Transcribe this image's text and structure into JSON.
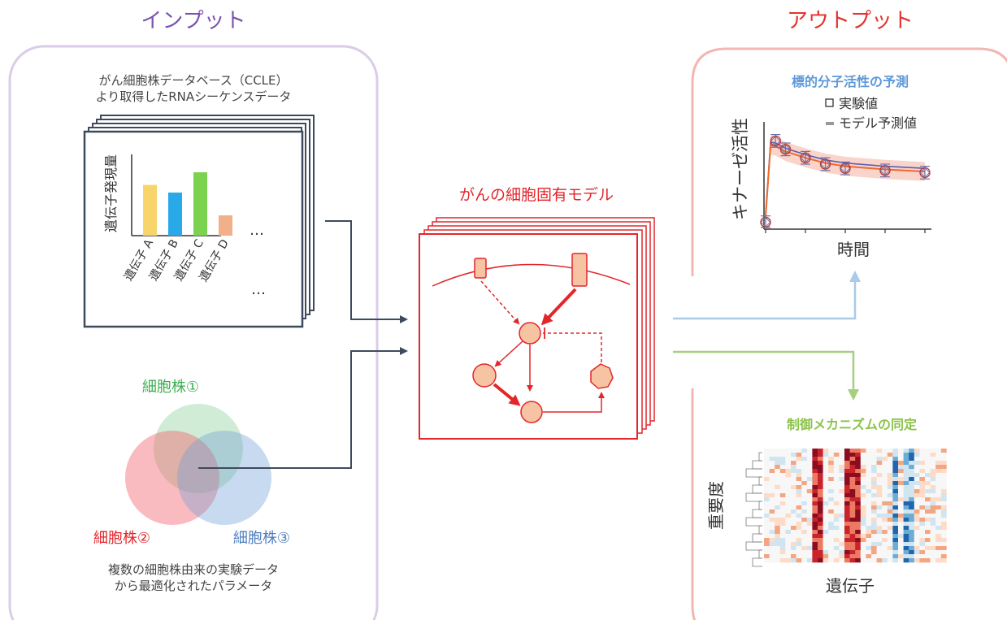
{
  "input_panel": {
    "title": "インプット",
    "rna_caption_line1": "がん細胞株データベース（CCLE）",
    "rna_caption_line2": "より取得したRNAシーケンスデータ",
    "bar_chart": {
      "ylabel": "遺伝子発現量",
      "categories": [
        "遺伝子 A",
        "遺伝子 B",
        "遺伝子 C",
        "遺伝子 D"
      ],
      "values": [
        0.8,
        0.68,
        1.0,
        0.32
      ],
      "colors": [
        "#f7d56b",
        "#2aa9e8",
        "#7bd24f",
        "#f2b08a"
      ],
      "ellipsis": "…"
    },
    "venn": {
      "cell_line_1": "細胞株①",
      "cell_line_2": "細胞株②",
      "cell_line_3": "細胞株③",
      "colors": [
        "#7cc98a",
        "#f25d6a",
        "#6f9ed6"
      ]
    },
    "param_caption_line1": "複数の細胞株由来の実験データ",
    "param_caption_line2": "から最適化されたパラメータ"
  },
  "model": {
    "title": "がんの細胞固有モデル"
  },
  "output_panel": {
    "title": "アウトプット",
    "prediction_title": "標的分子活性の予測",
    "legend_experiment": "実験値",
    "legend_model": "モデル予測値",
    "ylabel": "キナーゼ活性",
    "xlabel": "時間",
    "mechanism_title": "制御メカニズムの同定",
    "heatmap_ylabel": "重要度",
    "heatmap_xlabel": "遺伝子"
  },
  "colors": {
    "input_title": "#7b52b0",
    "output_title": "#e5322e",
    "input_border": "#d9cde8",
    "output_border": "#f3b6b3",
    "model_red": "#e3262b",
    "prediction_blue": "#5d99d8",
    "mechanism_green": "#8bc34a",
    "arrow_dark": "#3e4a5c"
  },
  "chart_data": {
    "type": "line",
    "title": "標的分子活性の予測",
    "xlabel": "時間",
    "ylabel": "キナーゼ活性",
    "series": [
      {
        "name": "実験値",
        "x": [
          0,
          1,
          2,
          4,
          6,
          8,
          12,
          16
        ],
        "y": [
          0.05,
          0.82,
          0.74,
          0.66,
          0.6,
          0.56,
          0.54,
          0.52
        ]
      },
      {
        "name": "モデル予測値",
        "x": [
          0,
          0.5,
          1,
          2,
          4,
          6,
          8,
          12,
          16
        ],
        "y": [
          0.1,
          0.78,
          0.77,
          0.72,
          0.66,
          0.61,
          0.58,
          0.55,
          0.53
        ]
      }
    ]
  }
}
